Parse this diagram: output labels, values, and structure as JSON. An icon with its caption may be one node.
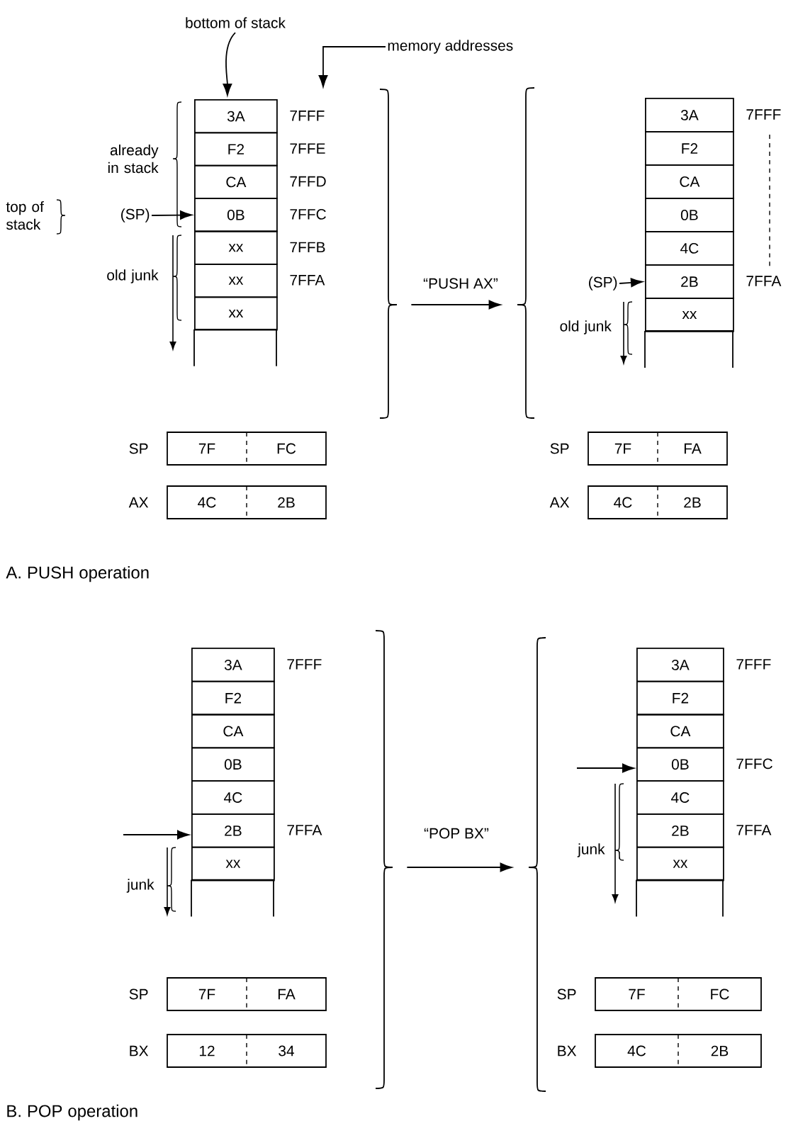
{
  "diagram": {
    "nodes": [
      {
        "text": [
          "bottom of stack"
        ]
      },
      {
        "text": [
          "memory addresses"
        ]
      },
      {
        "text": [
          "3A"
        ],
        "beside": [
          "7FFF"
        ]
      },
      {
        "text": [
          "F2"
        ],
        "beside": [
          "7FFE"
        ]
      },
      {
        "text": [
          "CA"
        ],
        "beside": [
          "7FFD"
        ]
      },
      {
        "text": [
          "0B"
        ],
        "beside": [
          "7FFC"
        ]
      },
      {
        "text": [
          "xx"
        ],
        "beside": [
          "7FFB"
        ]
      },
      {
        "text": [
          "xx"
        ],
        "beside": [
          "7FFA"
        ]
      },
      {
        "text": [
          "xx"
        ]
      },
      {
        "text": [
          "(SP)"
        ]
      },
      {
        "text": [],
        "shape": "brace"
      },
      {
        "text": [],
        "shape": "brace"
      },
      {
        "text": [
          "3A"
        ],
        "beside": [
          "7FFF"
        ]
      },
      {
        "text": [
          "F2"
        ]
      },
      {
        "text": [
          "CA"
        ]
      },
      {
        "text": [
          "0B"
        ]
      },
      {
        "text": [
          "4C"
        ]
      },
      {
        "text": [
          "2B"
        ],
        "beside": [
          "7FFA"
        ]
      },
      {
        "text": [
          "xx"
        ]
      },
      {
        "text": [
          "(SP)"
        ]
      },
      {
        "text": [
          "7F",
          "FC"
        ],
        "beside": [
          "SP"
        ]
      },
      {
        "text": [
          "4C",
          "2B"
        ],
        "beside": [
          "AX"
        ]
      },
      {
        "text": [
          "7F",
          "FA"
        ],
        "beside": [
          "SP"
        ]
      },
      {
        "text": [
          "4C",
          "2B"
        ],
        "beside": [
          "AX"
        ]
      },
      {
        "text": [
          "3A"
        ],
        "beside": [
          "7FFF"
        ]
      },
      {
        "text": [
          "F2"
        ]
      },
      {
        "text": [
          "CA"
        ]
      },
      {
        "text": [
          "0B"
        ]
      },
      {
        "text": [
          "4C"
        ]
      },
      {
        "text": [
          "2B"
        ],
        "beside": [
          "7FFA"
        ]
      },
      {
        "text": [
          "xx"
        ]
      },
      {
        "text": [],
        "shape": "brace"
      },
      {
        "text": [],
        "shape": "brace"
      },
      {
        "text": [
          "3A"
        ],
        "beside": [
          "7FFF"
        ]
      },
      {
        "text": [
          "F2"
        ]
      },
      {
        "text": [
          "CA"
        ]
      },
      {
        "text": [
          "0B"
        ],
        "beside": [
          "7FFC"
        ]
      },
      {
        "text": [
          "4C"
        ]
      },
      {
        "text": [
          "2B"
        ],
        "beside": [
          "7FFA"
        ]
      },
      {
        "text": [
          "xx"
        ]
      },
      {
        "text": [
          "7F",
          "FA"
        ],
        "beside": [
          "SP"
        ]
      },
      {
        "text": [
          "12",
          "34"
        ],
        "beside": [
          "BX"
        ]
      },
      {
        "text": [
          "7F",
          "FC"
        ],
        "beside": [
          "SP"
        ]
      },
      {
        "text": [
          "4C",
          "2B"
        ],
        "beside": [
          "BX"
        ]
      }
    ],
    "edges": [
      {
        "from": 0,
        "to": 2,
        "arrow": "to"
      },
      {
        "from": 1,
        "to": null,
        "arrow": "to"
      },
      {
        "from": 9,
        "to": 5,
        "arrow": "to"
      },
      {
        "from": 10,
        "to": 11,
        "arrow": "to",
        "label": "“PUSH AX”"
      },
      {
        "from": 19,
        "to": 17,
        "arrow": "to"
      },
      {
        "from": null,
        "to": 29,
        "arrow": "to"
      },
      {
        "from": 31,
        "to": 32,
        "arrow": "to",
        "label": "“POP BX”"
      },
      {
        "from": null,
        "to": 36,
        "arrow": "to"
      }
    ],
    "labels": [
      "already in stack",
      "top of stack",
      "old junk",
      "old junk",
      "A. PUSH operation",
      "junk",
      "junk",
      "B. POP operation"
    ]
  }
}
